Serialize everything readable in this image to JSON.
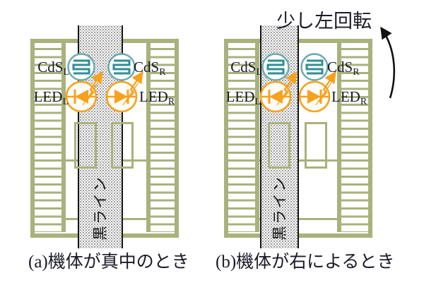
{
  "figure": {
    "annotation_b": "少し左回転",
    "line_label": "黒ライン",
    "captions": {
      "a": "(a)機体が真中のとき",
      "b": "(b)機体が右によるとき"
    },
    "labels": {
      "cds_l": {
        "base": "CdS",
        "sub": "L"
      },
      "cds_r": {
        "base": "CdS",
        "sub": "R"
      },
      "led_l": {
        "base": "LED",
        "sub": "L"
      },
      "led_r": {
        "base": "LED",
        "sub": "R"
      }
    },
    "icons": {
      "cds_sensor": "photoresistor-circle-icon",
      "led": "led-diode-circle-icon",
      "light_ray": "light-ray-arrow-icon",
      "turn_arrow": "curved-up-arrow-icon"
    },
    "colors": {
      "body_olive": "#a8b27c",
      "sensor_teal": "#2f8f96",
      "sensor_teal_ring": "#68a8ab",
      "led_orange": "#f6a21f",
      "line_edge_black": "#141414",
      "text_dark": "#1a1a28"
    }
  }
}
